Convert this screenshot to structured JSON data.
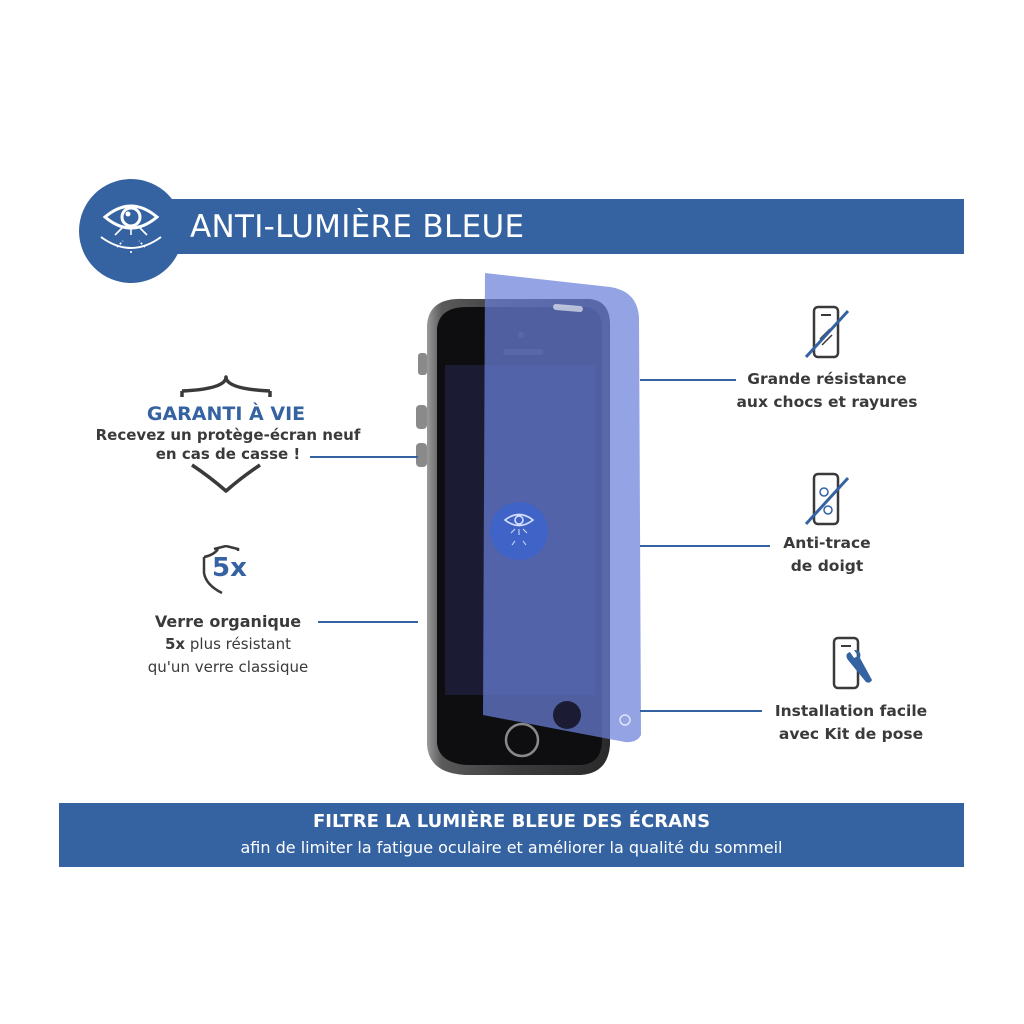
{
  "header": {
    "title": "ANTI-LUMIÈRE BLEUE"
  },
  "guarantee": {
    "title": "GARANTI À VIE",
    "line1": "Recevez un protège-écran neuf",
    "line2": "en cas de casse !"
  },
  "organic": {
    "badge": "5x",
    "title": "Verre organique",
    "strong": "5x",
    "line2_rest": " plus résistant",
    "line3": "qu'un verre classique"
  },
  "features": [
    {
      "line1": "Grande résistance",
      "line2": "aux chocs et rayures"
    },
    {
      "line1": "Anti-trace",
      "line2": "de doigt"
    },
    {
      "line1": "Installation facile",
      "line2": "avec Kit de pose"
    }
  ],
  "banner": {
    "title": "FILTRE LA LUMIÈRE BLEUE DES ÉCRANS",
    "subtitle": "afin de limiter la fatigue oculaire et améliorer la qualité du sommeil"
  },
  "colors": {
    "brand_blue": "#3563a2",
    "filter_blue": "#6a7fd8",
    "text": "#3a3a3a"
  }
}
